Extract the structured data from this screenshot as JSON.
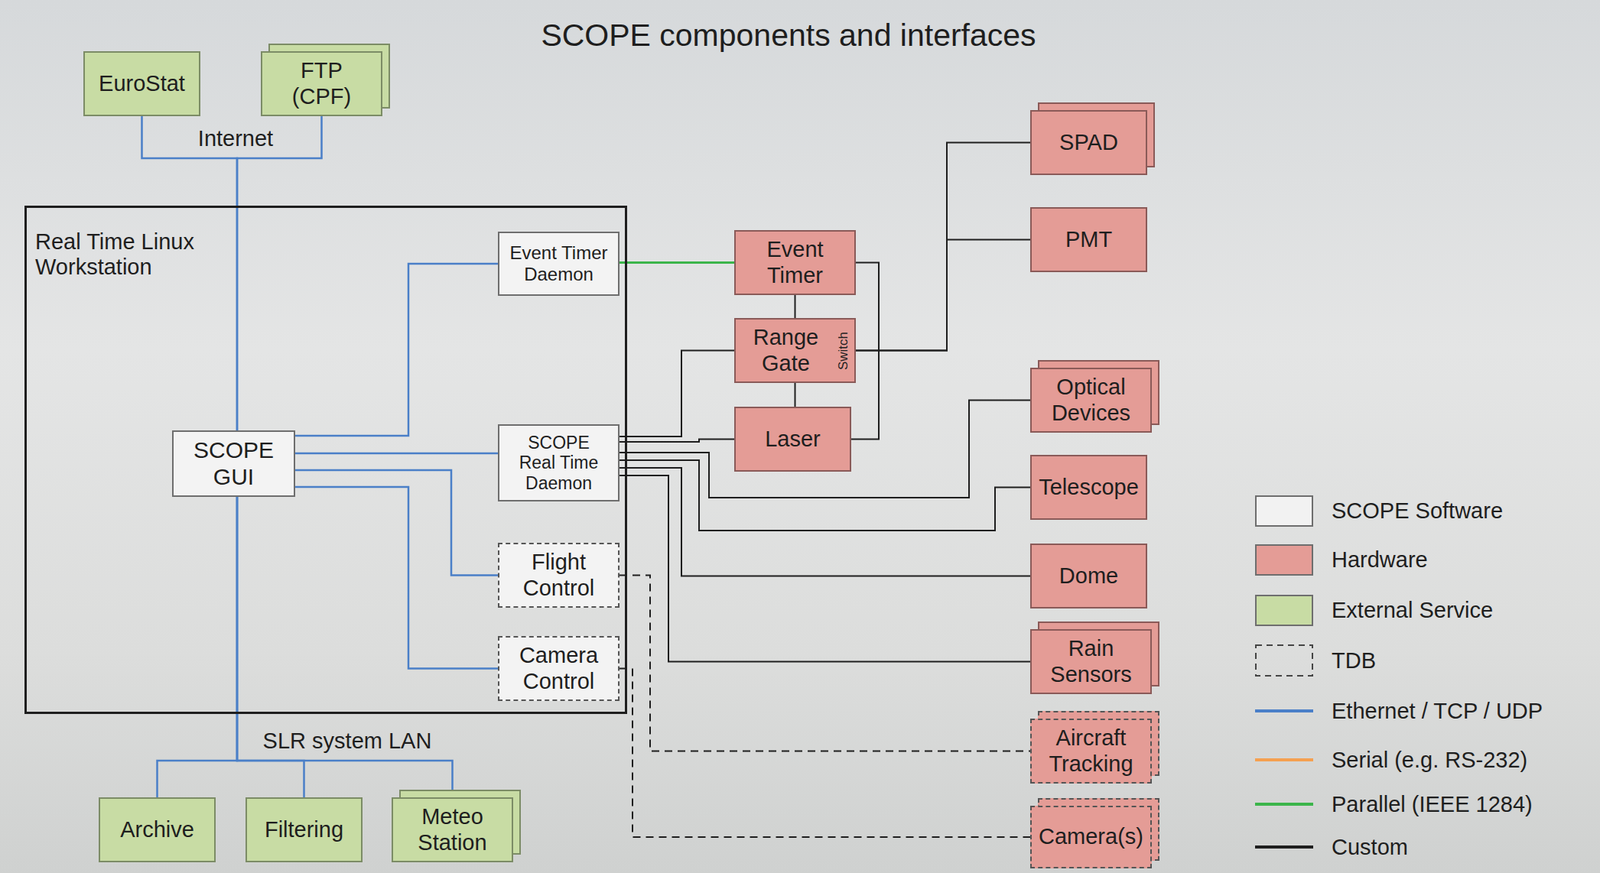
{
  "diagram": {
    "title": "SCOPE components and interfaces",
    "nodes": [
      {
        "text": [
          "EuroStat"
        ]
      },
      {
        "text": [
          "FTP (CPF)"
        ]
      },
      {
        "text": [
          "Real Time Linux Workstation"
        ]
      },
      {
        "text": [
          "Event Timer Daemon"
        ],
        "in": 2
      },
      {
        "text": [
          "SCOPE GUI"
        ],
        "in": 2
      },
      {
        "text": [
          "SCOPE Real Time Daemon"
        ],
        "in": 2
      },
      {
        "text": [
          "Flight Control"
        ],
        "in": 2
      },
      {
        "text": [
          "Camera Control"
        ],
        "in": 2
      },
      {
        "text": [
          "Event Timer"
        ]
      },
      {
        "text": [
          "Range Gate",
          "Switch"
        ]
      },
      {
        "text": [
          "Laser"
        ]
      },
      {
        "text": [
          "SPAD"
        ]
      },
      {
        "text": [
          "PMT"
        ]
      },
      {
        "text": [
          "Optical Devices"
        ]
      },
      {
        "text": [
          "Telescope"
        ]
      },
      {
        "text": [
          "Dome"
        ]
      },
      {
        "text": [
          "Rain Sensors"
        ]
      },
      {
        "text": [
          "Aircraft Tracking"
        ]
      },
      {
        "text": [
          "Camera(s)"
        ]
      },
      {
        "text": [
          "Archive"
        ]
      },
      {
        "text": [
          "Filtering"
        ]
      },
      {
        "text": [
          "Meteo Station"
        ]
      }
    ],
    "edges": [
      {
        "from": 0,
        "to": 4,
        "arrow": "none"
      },
      {
        "from": 1,
        "to": 4,
        "arrow": "none"
      },
      {
        "from": 4,
        "to": 19,
        "arrow": "none"
      },
      {
        "from": 4,
        "to": 20,
        "arrow": "none"
      },
      {
        "from": 4,
        "to": 21,
        "arrow": "none"
      },
      {
        "from": 4,
        "to": 3,
        "arrow": "none"
      },
      {
        "from": 4,
        "to": 5,
        "arrow": "none"
      },
      {
        "from": 4,
        "to": 6,
        "arrow": "none"
      },
      {
        "from": 4,
        "to": 7,
        "arrow": "none"
      },
      {
        "from": 3,
        "to": 8,
        "arrow": "none"
      },
      {
        "from": 8,
        "to": 9,
        "arrow": "none"
      },
      {
        "from": 9,
        "to": 10,
        "arrow": "none"
      },
      {
        "from": 8,
        "to": 10,
        "arrow": "none"
      },
      {
        "from": 9,
        "to": 11,
        "arrow": "none"
      },
      {
        "from": 9,
        "to": 12,
        "arrow": "none"
      },
      {
        "from": 5,
        "to": 9,
        "arrow": "none"
      },
      {
        "from": 5,
        "to": 10,
        "arrow": "none"
      },
      {
        "from": 5,
        "to": 13,
        "arrow": "none"
      },
      {
        "from": 5,
        "to": 14,
        "arrow": "none"
      },
      {
        "from": 5,
        "to": 15,
        "arrow": "none"
      },
      {
        "from": 5,
        "to": 16,
        "arrow": "none"
      },
      {
        "from": 6,
        "to": 17,
        "arrow": "none"
      },
      {
        "from": 7,
        "to": 18,
        "arrow": "none"
      }
    ],
    "labels": [
      "Internet",
      "SLR system LAN"
    ],
    "legend": [
      {
        "text": "SCOPE Software",
        "color": "#f2f2f2"
      },
      {
        "text": "Hardware",
        "color": "#e49c96"
      },
      {
        "text": "External Service",
        "color": "#c8dca4"
      },
      {
        "text": "TDB"
      },
      {
        "text": "Ethernet / TCP / UDP"
      },
      {
        "text": "Serial (e.g. RS-232)"
      },
      {
        "text": "Parallel (IEEE 1284)"
      },
      {
        "text": "Custom"
      }
    ]
  }
}
